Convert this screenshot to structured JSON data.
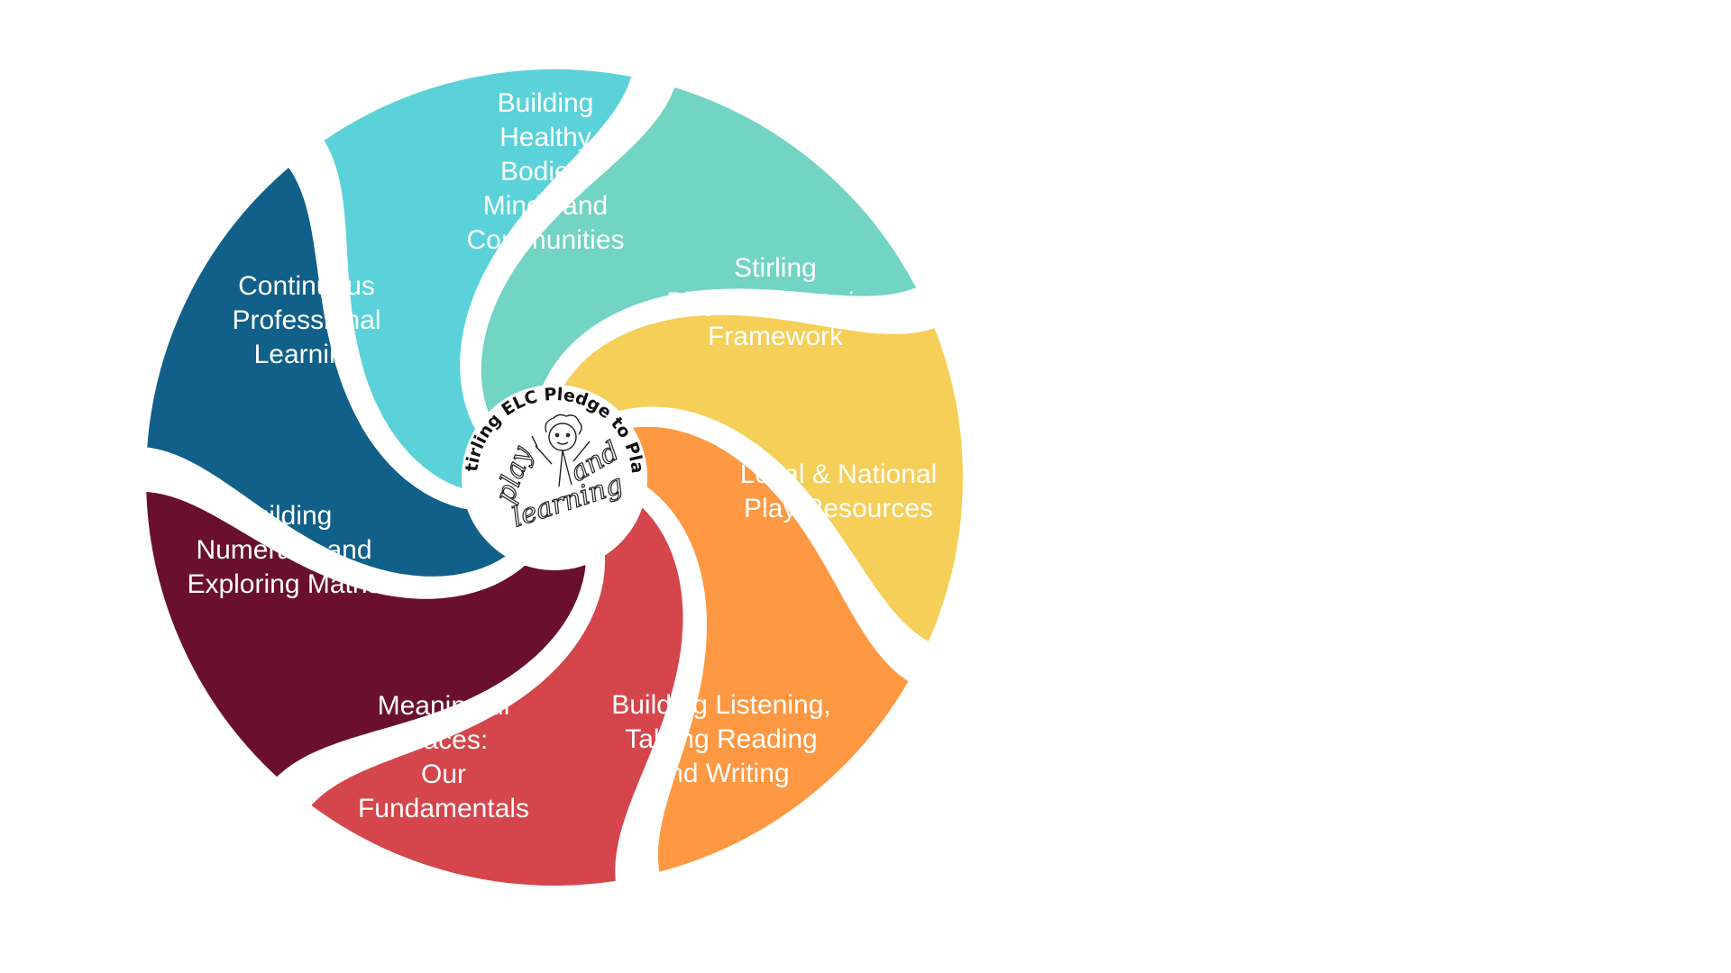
{
  "segments": [
    {
      "id": "healthy",
      "label_lines": [
        "Building",
        "Healthy",
        "Bodies,",
        "Minds and",
        "Communities"
      ],
      "color": "#72d4c3"
    },
    {
      "id": "framework",
      "label_lines": [
        "Stirling",
        "Play and Learning",
        "Framework"
      ],
      "color": "#f5cf58"
    },
    {
      "id": "resources",
      "label_lines": [
        "Local & National",
        "Play Resources"
      ],
      "color": "#fe9842"
    },
    {
      "id": "literacy",
      "label_lines": [
        "Building Listening,",
        "Talking Reading",
        "and Writing"
      ],
      "color": "#d4464b"
    },
    {
      "id": "places",
      "label_lines": [
        "Meaningful",
        "Places:",
        "Our",
        "Fundamentals"
      ],
      "color": "#6a102e"
    },
    {
      "id": "numeracy",
      "label_lines": [
        "Building",
        "Numeracy and",
        "Exploring Maths"
      ],
      "color": "#116089"
    },
    {
      "id": "cpl",
      "label_lines": [
        "Continuous",
        "Professional",
        "Learning"
      ],
      "color": "#5bd2da"
    }
  ],
  "center": {
    "ring_text": "Stirling ELC Pledge to Play",
    "logo_words": [
      "play",
      "and",
      "learning"
    ]
  }
}
